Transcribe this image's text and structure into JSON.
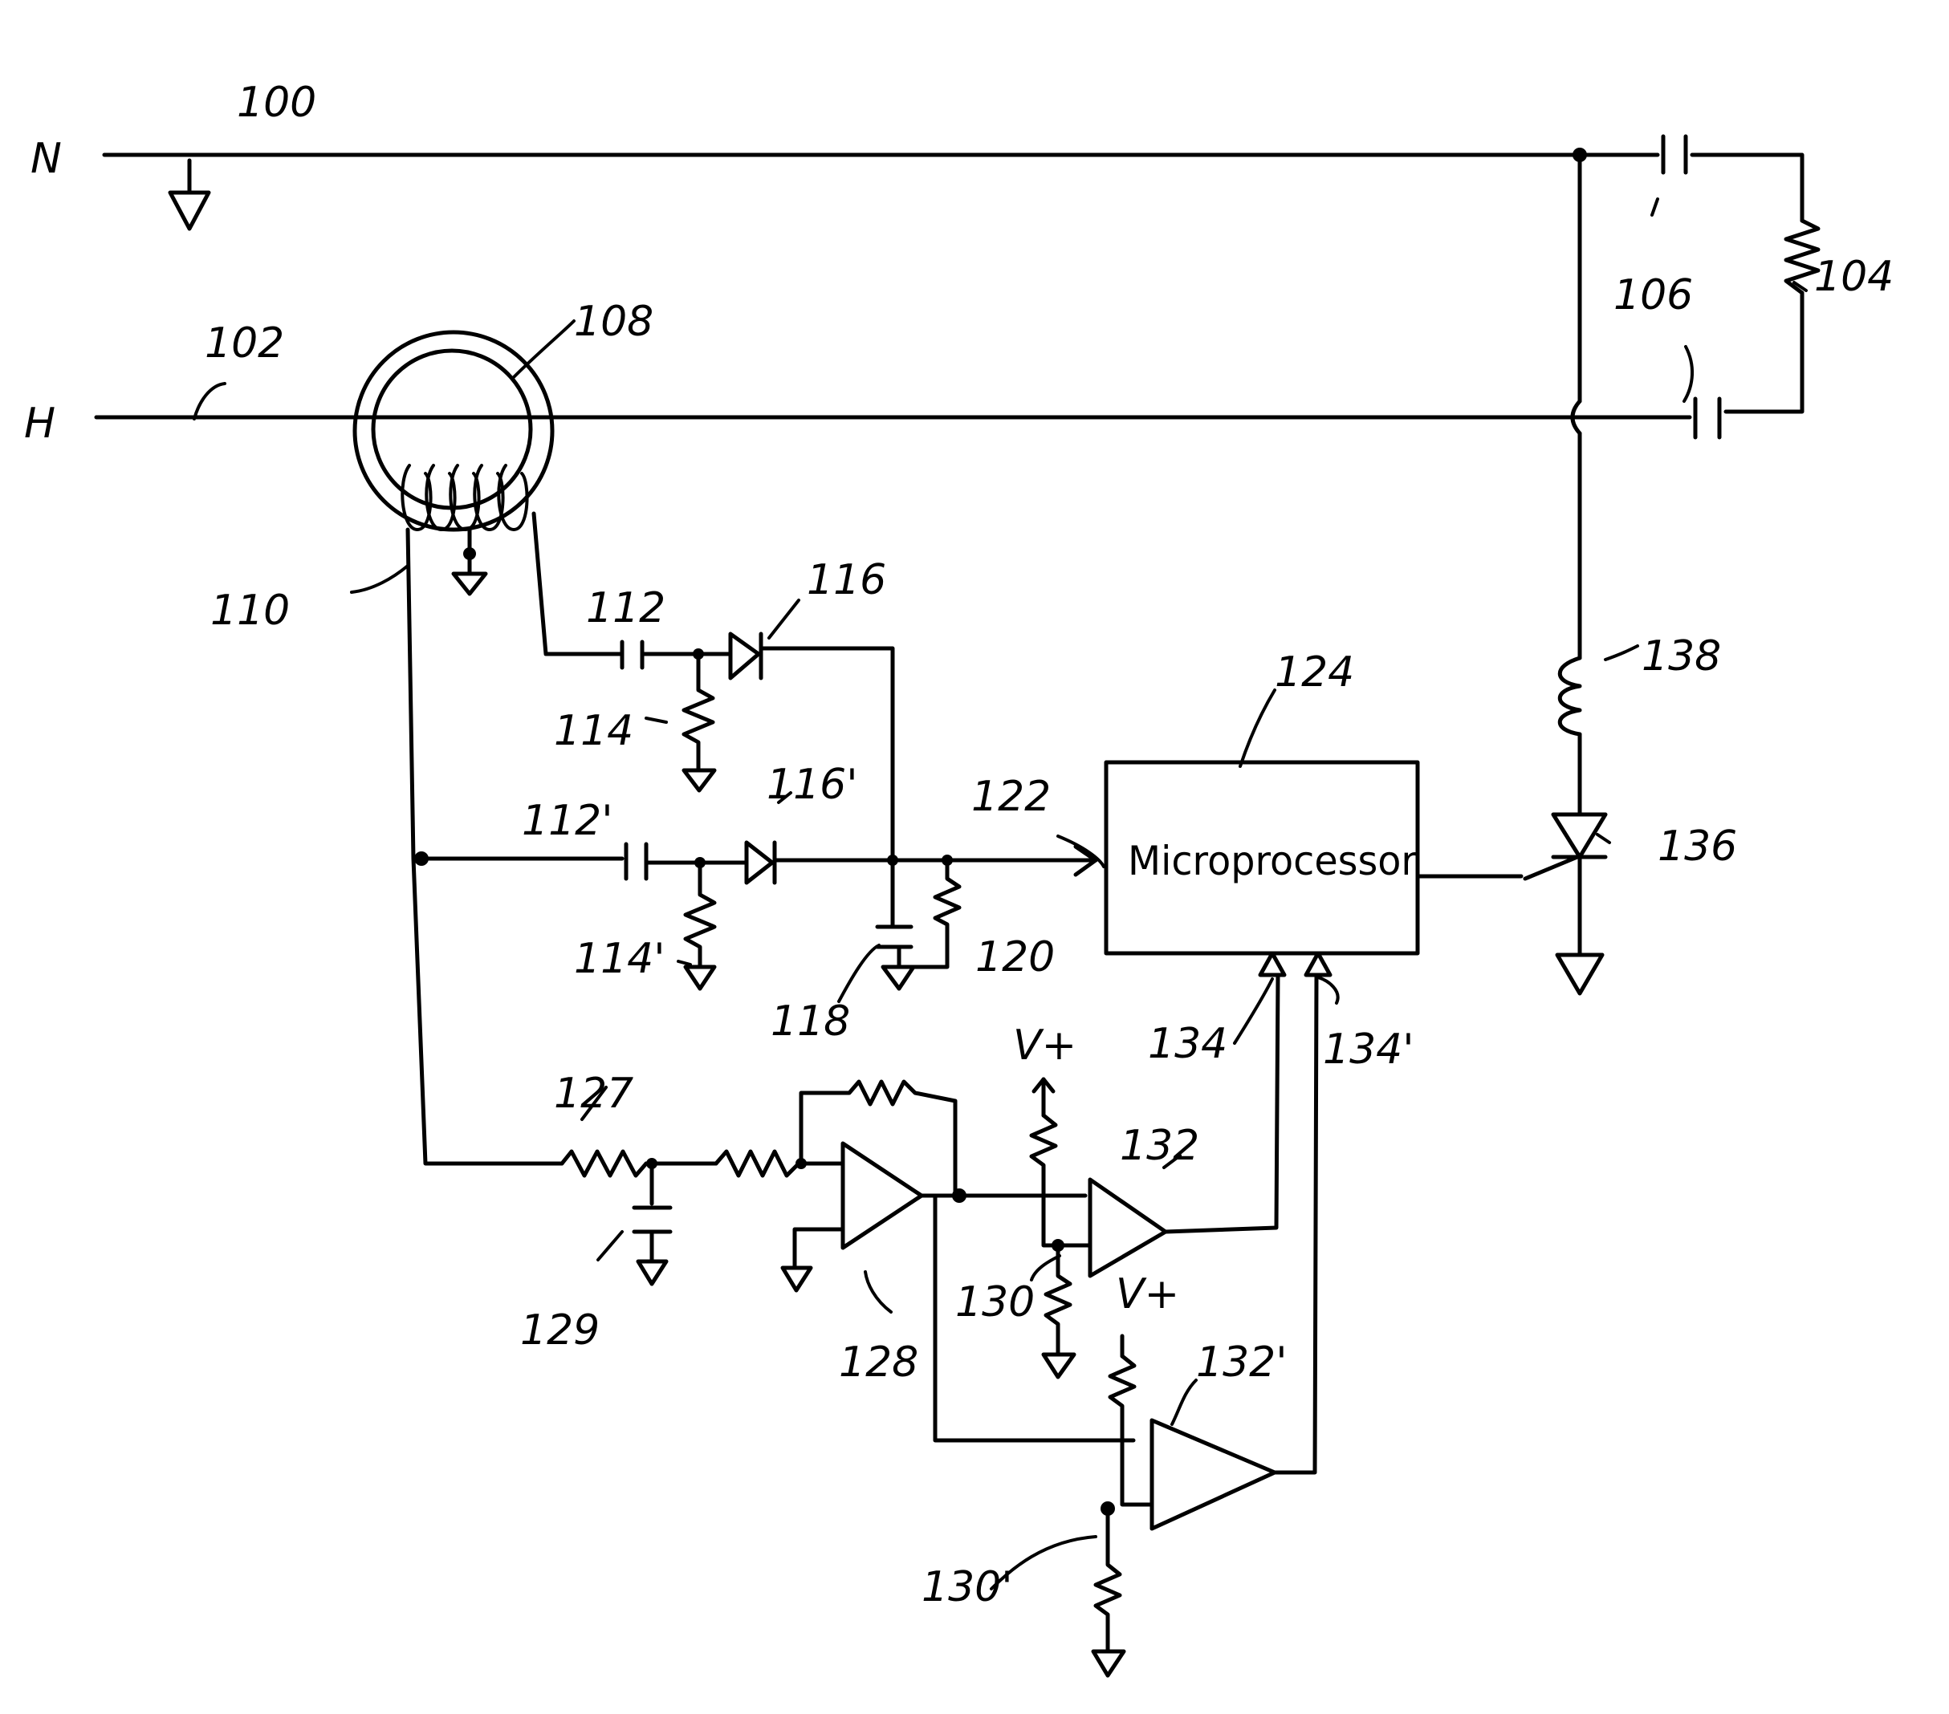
{
  "terminals": {
    "neutral": "N",
    "hot": "H"
  },
  "components": {
    "microprocessor": "Microprocessor",
    "supply_top": "V+",
    "supply_bottom": "V+"
  },
  "reference_numerals": {
    "r100": "100",
    "r102": "102",
    "r104": "104",
    "r106": "106",
    "r108": "108",
    "r110": "110",
    "r112": "112",
    "r112p": "112'",
    "r114": "114",
    "r114p": "114'",
    "r116": "116",
    "r116p": "116'",
    "r118": "118",
    "r120": "120",
    "r122": "122",
    "r124": "124",
    "r127": "127",
    "r128": "128",
    "r129": "129",
    "r130": "130",
    "r130p": "130'",
    "r132": "132",
    "r132p": "132'",
    "r134": "134",
    "r134p": "134'",
    "r136": "136",
    "r138": "138"
  }
}
